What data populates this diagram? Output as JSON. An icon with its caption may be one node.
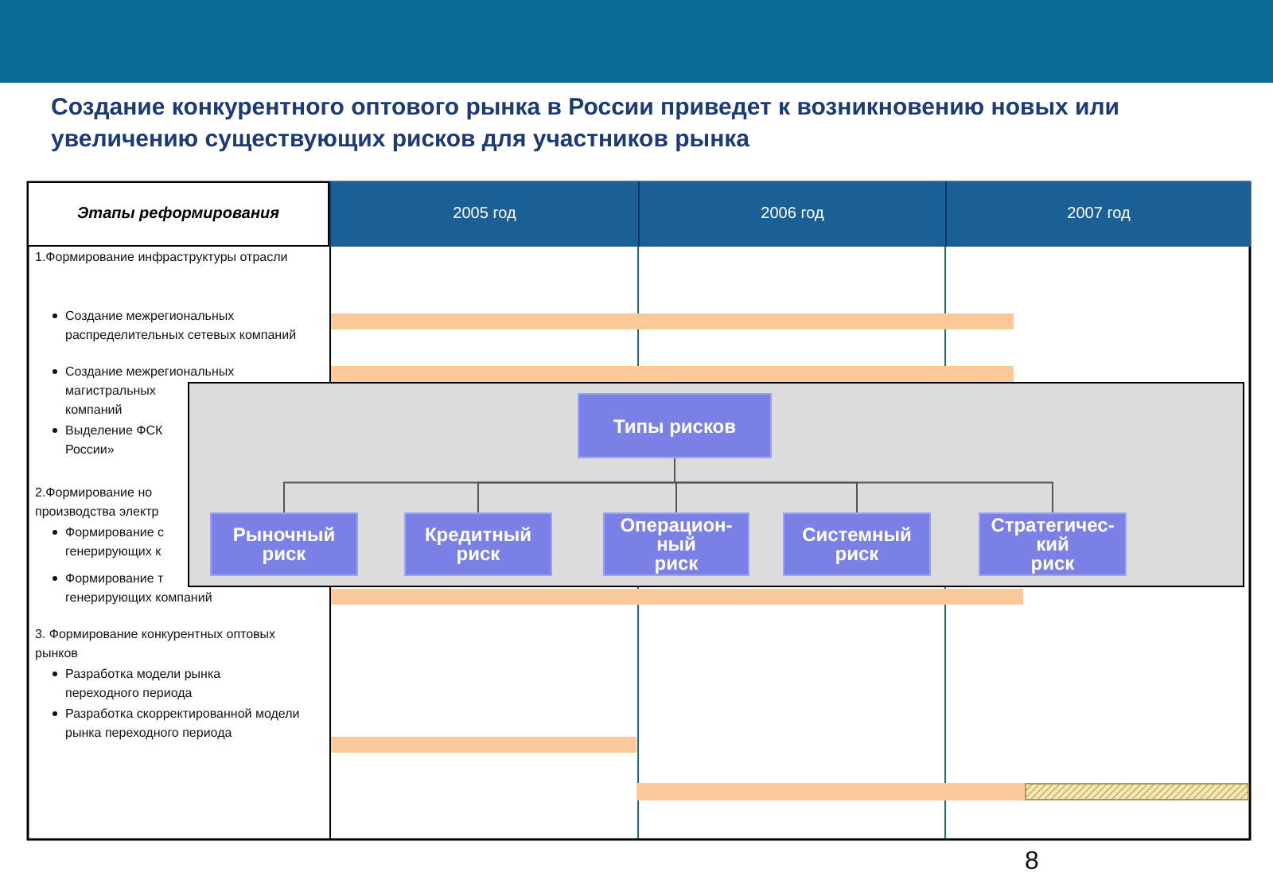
{
  "diagram": {
    "title": "Создание конкурентного оптового рынка в России приведет к возникновению новых или увеличению существующих рисков для участников рынка",
    "nodes": [
      {
        "text": [
          "Этапы реформирования"
        ]
      },
      {
        "text": [
          "2005 год"
        ]
      },
      {
        "text": [
          "2006 год"
        ]
      },
      {
        "text": [
          "2007 год"
        ]
      },
      {
        "text": [],
        "shape": "box"
      },
      {
        "text": [
          "Типы рисков"
        ],
        "in": 4
      },
      {
        "text": [
          "Рыночный риск"
        ],
        "in": 4
      },
      {
        "text": [
          "Кредитный риск"
        ],
        "in": 4
      },
      {
        "text": [
          "Операцион- ный риск"
        ],
        "in": 4
      },
      {
        "text": [
          "Системный риск"
        ],
        "in": 4
      },
      {
        "text": [
          "Стратегичес- кий риск"
        ],
        "in": 4
      }
    ],
    "edges": [
      {
        "from": 5,
        "to": 6,
        "arrow": "none"
      },
      {
        "from": 5,
        "to": 7,
        "arrow": "none"
      },
      {
        "from": 5,
        "to": 8,
        "arrow": "none"
      },
      {
        "from": 5,
        "to": 9,
        "arrow": "none"
      },
      {
        "from": 5,
        "to": 10,
        "arrow": "none"
      }
    ],
    "labels": [
      "1.Формирование инфраструктуры отрасли",
      "Создание межрегиональных распределительных сетевых компаний",
      "Создание межрегиональных",
      "магистральных",
      "компаний",
      "Выделение ФСК",
      "России»",
      "2.Формирование но",
      "производства электр",
      "Формирование с",
      "генерирующих к",
      "Формирование т",
      "генерирующих компаний",
      "3. Формирование конкурентных оптовых рынков",
      "Разработка модели рынка переходного периода",
      "Разработка скорректированной модели рынка переходного периода",
      "8"
    ]
  }
}
